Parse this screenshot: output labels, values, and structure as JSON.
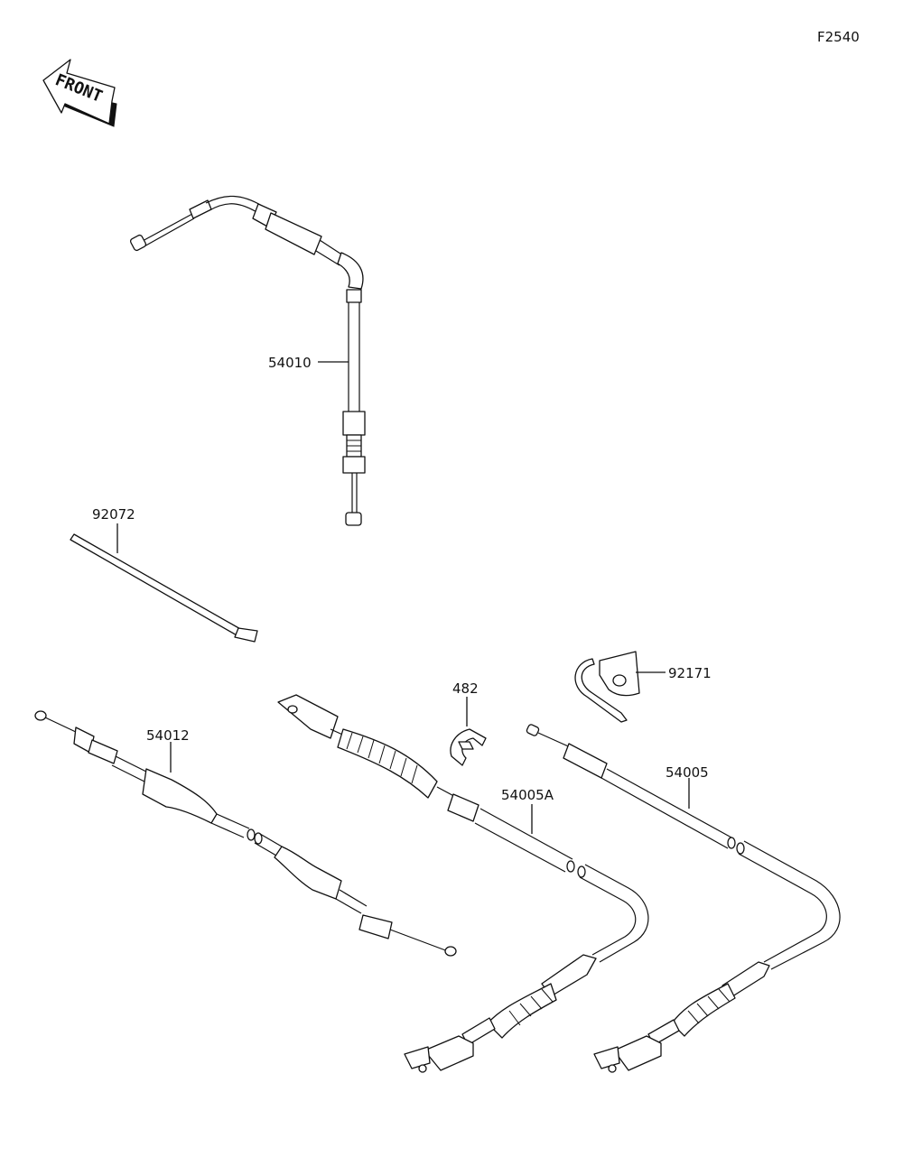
{
  "figure_code": "F2540",
  "front_indicator": "FRONT",
  "callouts": {
    "p54010": "54010",
    "p92072": "92072",
    "p92171": "92171",
    "p482": "482",
    "p54012": "54012",
    "p54005A": "54005A",
    "p54005": "54005"
  }
}
